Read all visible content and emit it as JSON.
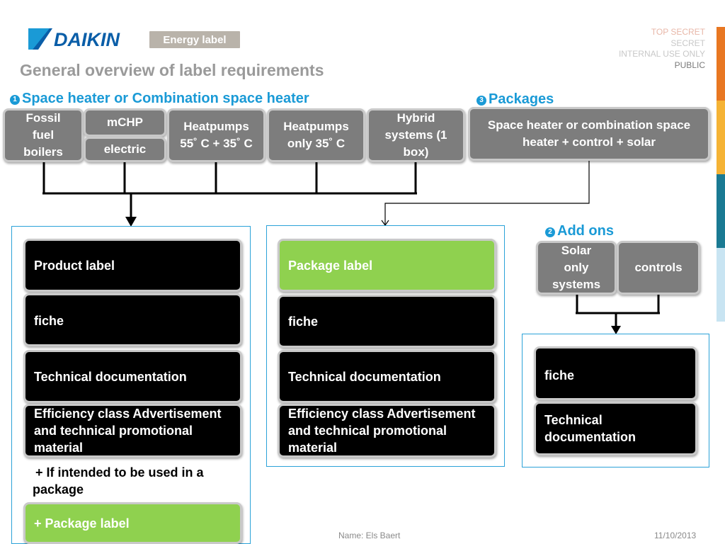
{
  "header": {
    "brand": "DAIKIN",
    "badge": "Energy label",
    "title": "General overview of label requirements",
    "classification": [
      {
        "label": "TOP SECRET",
        "color": "#e8b7a8"
      },
      {
        "label": "SECRET",
        "color": "#c8c8c8"
      },
      {
        "label": "INTERNAL USE ONLY",
        "color": "#c8c8c8"
      },
      {
        "label": "PUBLIC",
        "color": "#7a7a7a"
      }
    ]
  },
  "section1": {
    "number": "1",
    "title": "Space heater or Combination space heater",
    "categories": {
      "fossil": "Fossil fuel boilers",
      "mchp": "mCHP",
      "electric": "electric",
      "hp55": "Heatpumps 55˚ C + 35˚ C",
      "hp35": "Heatpumps only 35˚ C",
      "hybrid": "Hybrid systems (1 box)"
    },
    "requirements": [
      {
        "label": "Product label",
        "style": "black"
      },
      {
        "label": "fiche",
        "style": "black"
      },
      {
        "label": "Technical documentation",
        "style": "black"
      },
      {
        "label": "Efficiency class Advertisement and technical promotional material",
        "style": "black"
      }
    ],
    "note": "+ If intended to be used in a package",
    "extra": "+ Package label"
  },
  "section3": {
    "number": "3",
    "title": "Packages",
    "box": "Space heater  or combination space heater + control + solar",
    "requirements": [
      {
        "label": "Package label",
        "style": "green"
      },
      {
        "label": "fiche",
        "style": "black"
      },
      {
        "label": "Technical documentation",
        "style": "black"
      },
      {
        "label": "Efficiency class Advertisement and technical promotional material",
        "style": "black"
      }
    ]
  },
  "section2": {
    "number": "2",
    "title": "Add ons",
    "solar": "Solar only systems",
    "controls": "controls",
    "requirements": [
      {
        "label": "fiche",
        "style": "black"
      },
      {
        "label": "Technical documentation",
        "style": "black"
      }
    ]
  },
  "footer": {
    "name": "Name:  Els Baert",
    "date": "11/10/2013"
  },
  "colors": {
    "accent_blue": "#1a9ad6",
    "green": "#8fd14f",
    "grey_box": "#7d7d7d",
    "strip": [
      "#e87722",
      "#f5b335",
      "#1a7a93",
      "#c8e4f2"
    ]
  }
}
